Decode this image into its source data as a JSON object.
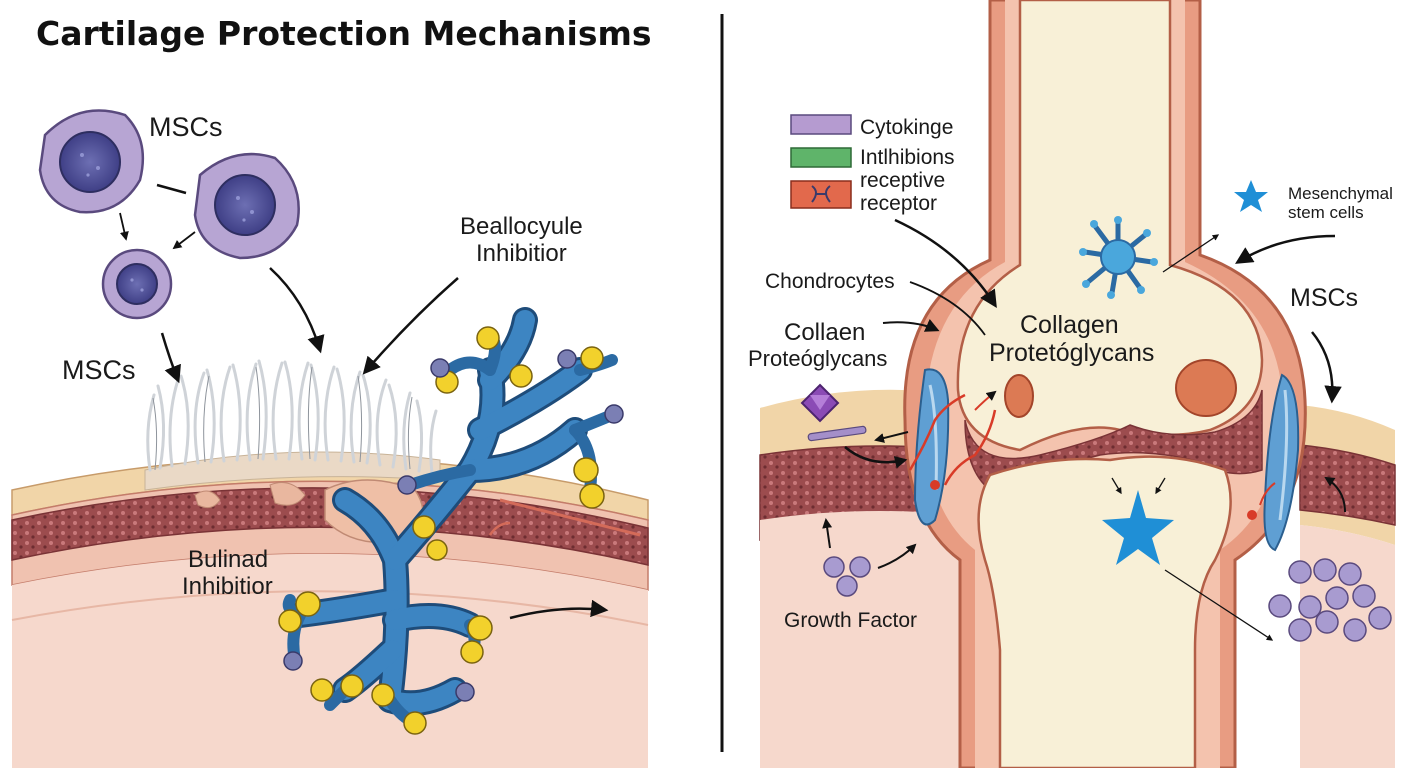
{
  "title": "Cartilage Protection Mechanisms",
  "left_panel": {
    "msc_label_top": "MSCs",
    "msc_label_left": "MSCs",
    "inhibitor_top": {
      "line1": "Beallocyule",
      "line2": "Inhibitior"
    },
    "inhibitor_bottom": {
      "line1": "Bulinad",
      "line2": "Inhibitior"
    }
  },
  "right_panel": {
    "legend": [
      {
        "label": "Cytokinge",
        "color": "#b59bd0"
      },
      {
        "label": "Intlhibions",
        "color": "#5fb46a"
      },
      {
        "label": "receptive",
        "color": "#e2694c"
      }
    ],
    "legend_extra": "receptor",
    "chondrocytes": "Chondrocytes",
    "collagen_left": {
      "line1": "Collaen",
      "line2": "Proteóglycans"
    },
    "collagen_center": {
      "line1": "Collagen",
      "line2": "Protetóglycans"
    },
    "mesenchymal": {
      "line1": "Mesenchymal",
      "line2": "stem cells"
    },
    "msc_label": "MSCs",
    "growth_factor": "Growth Factor"
  },
  "colors": {
    "cell_purple": "#b7a5d3",
    "nucleus_purple": "#5c5a9c",
    "branch_blue": "#3d85c2",
    "gold": "#f2d12c",
    "bone_cream": "#f7efd5",
    "tissue_pink": "#f2c9b8",
    "star_blue": "#1f8fd6"
  }
}
